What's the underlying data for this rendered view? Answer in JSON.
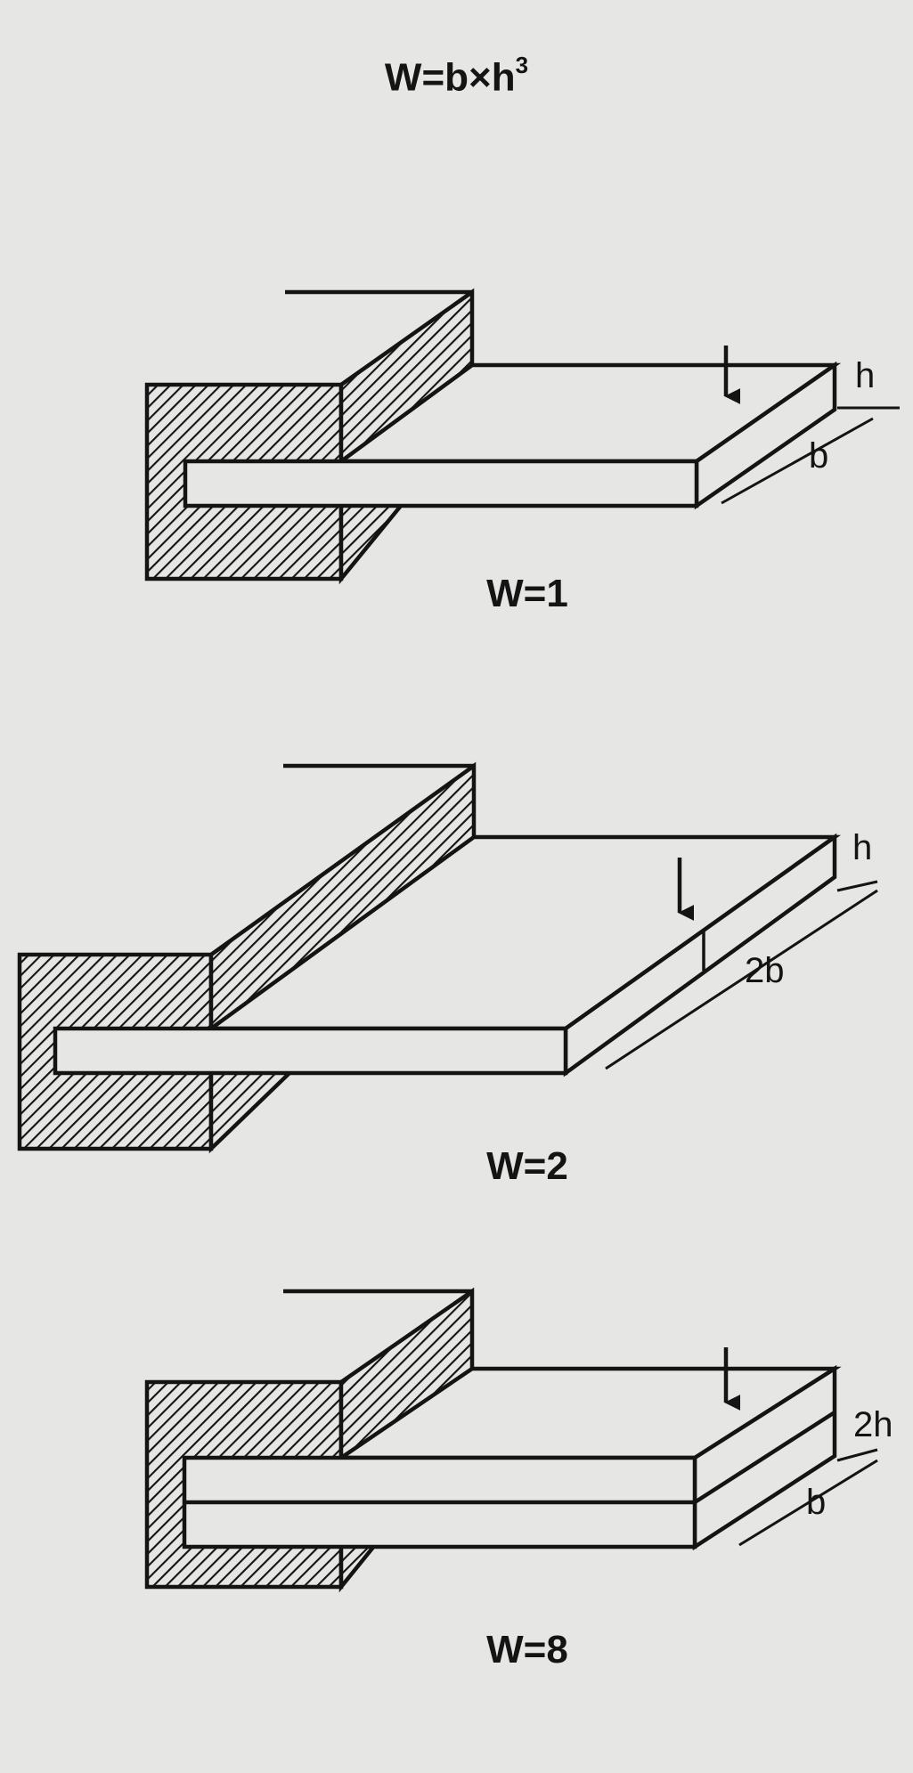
{
  "formula": {
    "lhs": "W",
    "eq": "=",
    "b": "b",
    "times": "×",
    "h": "h",
    "exp": "3"
  },
  "figures": [
    {
      "caption": "W=1",
      "height_label": "h",
      "width_label": "b"
    },
    {
      "caption": "W=2",
      "height_label": "h",
      "width_label": "2b"
    },
    {
      "caption": "W=8",
      "height_label": "2h",
      "width_label": "b"
    }
  ],
  "colors": {
    "background": "#e6e6e4",
    "ink": "#141414",
    "hatch_stroke": "#141414"
  }
}
